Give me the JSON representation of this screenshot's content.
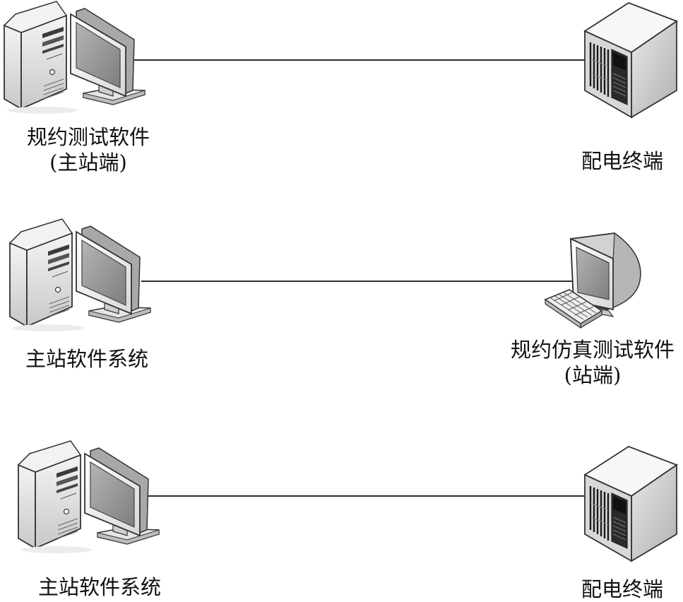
{
  "scenarios": [
    {
      "left_label": [
        "规约测试软件",
        "(主站端)"
      ],
      "right_label": [
        "配电终端"
      ],
      "left_device_icon": "workstation-icon",
      "right_device_icon": "server-cabinet-icon"
    },
    {
      "left_label": [
        "主站软件系统"
      ],
      "right_label": [
        "规约仿真测试软件",
        "(站端)"
      ],
      "left_device_icon": "workstation-icon",
      "right_device_icon": "desktop-computer-icon"
    },
    {
      "left_label": [
        "主站软件系统"
      ],
      "right_label": [
        "配电终端"
      ],
      "left_device_icon": "workstation-icon",
      "right_device_icon": "server-cabinet-icon"
    }
  ],
  "colors": {
    "line": "#111111",
    "stroke": "#222222",
    "screen": "#9a9a9a",
    "dark": "#1a1a1a"
  }
}
